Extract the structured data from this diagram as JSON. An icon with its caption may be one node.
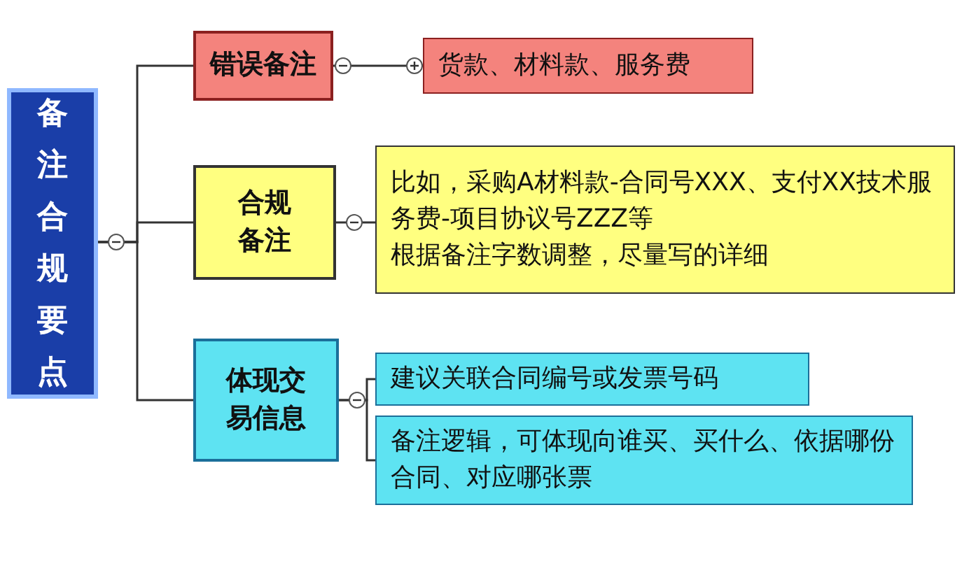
{
  "diagram": {
    "nodes": [
      {
        "text": [
          "备注合规要点"
        ]
      },
      {
        "text": [
          "错误备注"
        ]
      },
      {
        "text": [
          "合规备注"
        ]
      },
      {
        "text": [
          "体现交易信息"
        ]
      },
      {
        "text": [
          "货款、材料款、服务费"
        ]
      },
      {
        "text": [
          "比如，采购A材料款-合同号XXX、支付XX技术服务费-项目协议号ZZZ等",
          "根据备注字数调整，尽量写的详细"
        ]
      },
      {
        "text": [
          "建议关联合同编号或发票号码"
        ]
      },
      {
        "text": [
          "备注逻辑，可体现向谁买、买什么、依据哪份合同、对应哪张票"
        ]
      }
    ],
    "edges": [
      {
        "from": 0,
        "to": 1,
        "arrow": "none"
      },
      {
        "from": 0,
        "to": 2,
        "arrow": "none"
      },
      {
        "from": 0,
        "to": 3,
        "arrow": "none"
      },
      {
        "from": 1,
        "to": 4,
        "arrow": "none"
      },
      {
        "from": 2,
        "to": 5,
        "arrow": "none"
      },
      {
        "from": 3,
        "to": 6,
        "arrow": "none"
      },
      {
        "from": 3,
        "to": 7,
        "arrow": "none"
      }
    ]
  }
}
